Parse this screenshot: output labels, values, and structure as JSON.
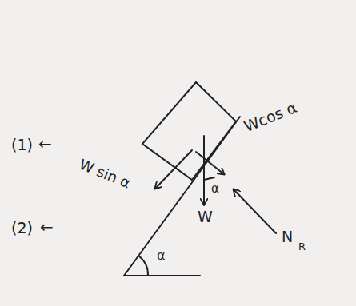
{
  "diagram": {
    "labels": [
      "Wcos α",
      "W sin α",
      "W",
      "α",
      "N",
      "R",
      "(1)",
      "←",
      "(2)",
      "←",
      "α"
    ]
  }
}
